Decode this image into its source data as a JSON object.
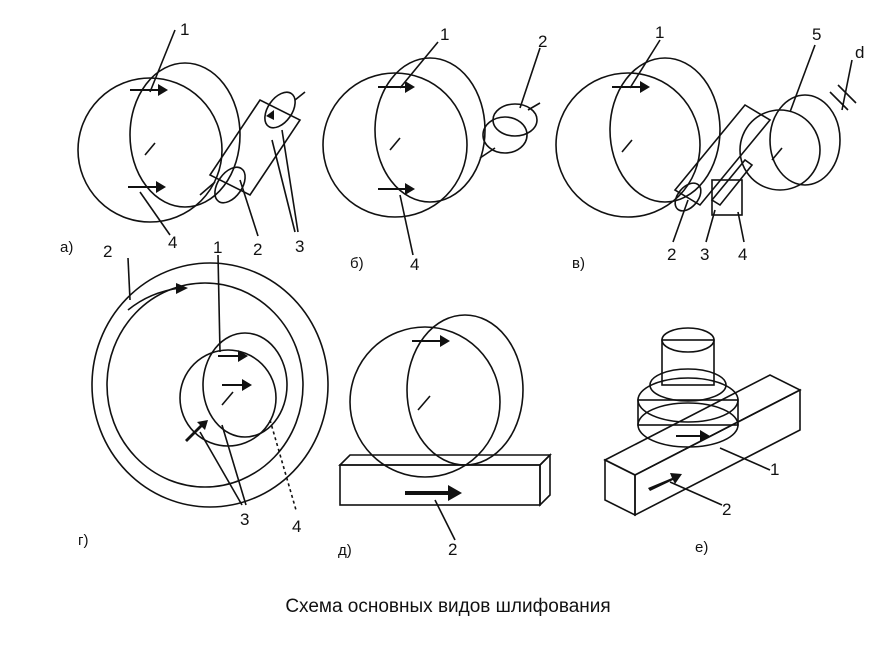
{
  "title": "Схема основных видов шлифования",
  "panels": {
    "a": {
      "caption": "а)",
      "labels": [
        "1",
        "2",
        "3",
        "4"
      ]
    },
    "b": {
      "caption": "б)",
      "labels": [
        "1",
        "2",
        "4"
      ]
    },
    "v": {
      "caption": "в)",
      "labels": [
        "1",
        "2",
        "3",
        "4",
        "5",
        "d"
      ]
    },
    "g": {
      "caption": "г)",
      "labels": [
        "1",
        "2",
        "3",
        "4"
      ]
    },
    "d": {
      "caption": "д)",
      "labels": [
        "2"
      ]
    },
    "e": {
      "caption": "е)",
      "labels": [
        "1",
        "2"
      ]
    }
  },
  "colors": {
    "ink": "#111111",
    "stipple": "#f2f2f2",
    "background": "#ffffff"
  }
}
